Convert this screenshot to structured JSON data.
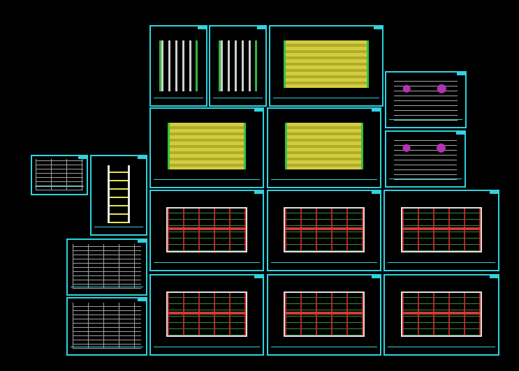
{
  "title": "",
  "sheets": [
    {
      "id": "elev-side-a",
      "kind": "elev-white"
    },
    {
      "id": "elev-side-b",
      "kind": "elev-white"
    },
    {
      "id": "elev-front-a",
      "kind": "elev-yellow"
    },
    {
      "id": "detail-nodes",
      "kind": "detail"
    },
    {
      "id": "elev-front-b",
      "kind": "elev-yellow"
    },
    {
      "id": "elev-rear",
      "kind": "elev-yellow"
    },
    {
      "id": "detail-stair",
      "kind": "detail"
    },
    {
      "id": "door-window-table",
      "kind": "table"
    },
    {
      "id": "wall-section",
      "kind": "section"
    },
    {
      "id": "plan-roof-a",
      "kind": "plan"
    },
    {
      "id": "plan-roof-b",
      "kind": "plan"
    },
    {
      "id": "plan-roof-c",
      "kind": "plan"
    },
    {
      "id": "spec-table",
      "kind": "table"
    },
    {
      "id": "design-notes",
      "kind": "table"
    },
    {
      "id": "plan-ground",
      "kind": "plan"
    },
    {
      "id": "plan-standard",
      "kind": "plan"
    },
    {
      "id": "plan-top",
      "kind": "plan"
    }
  ]
}
